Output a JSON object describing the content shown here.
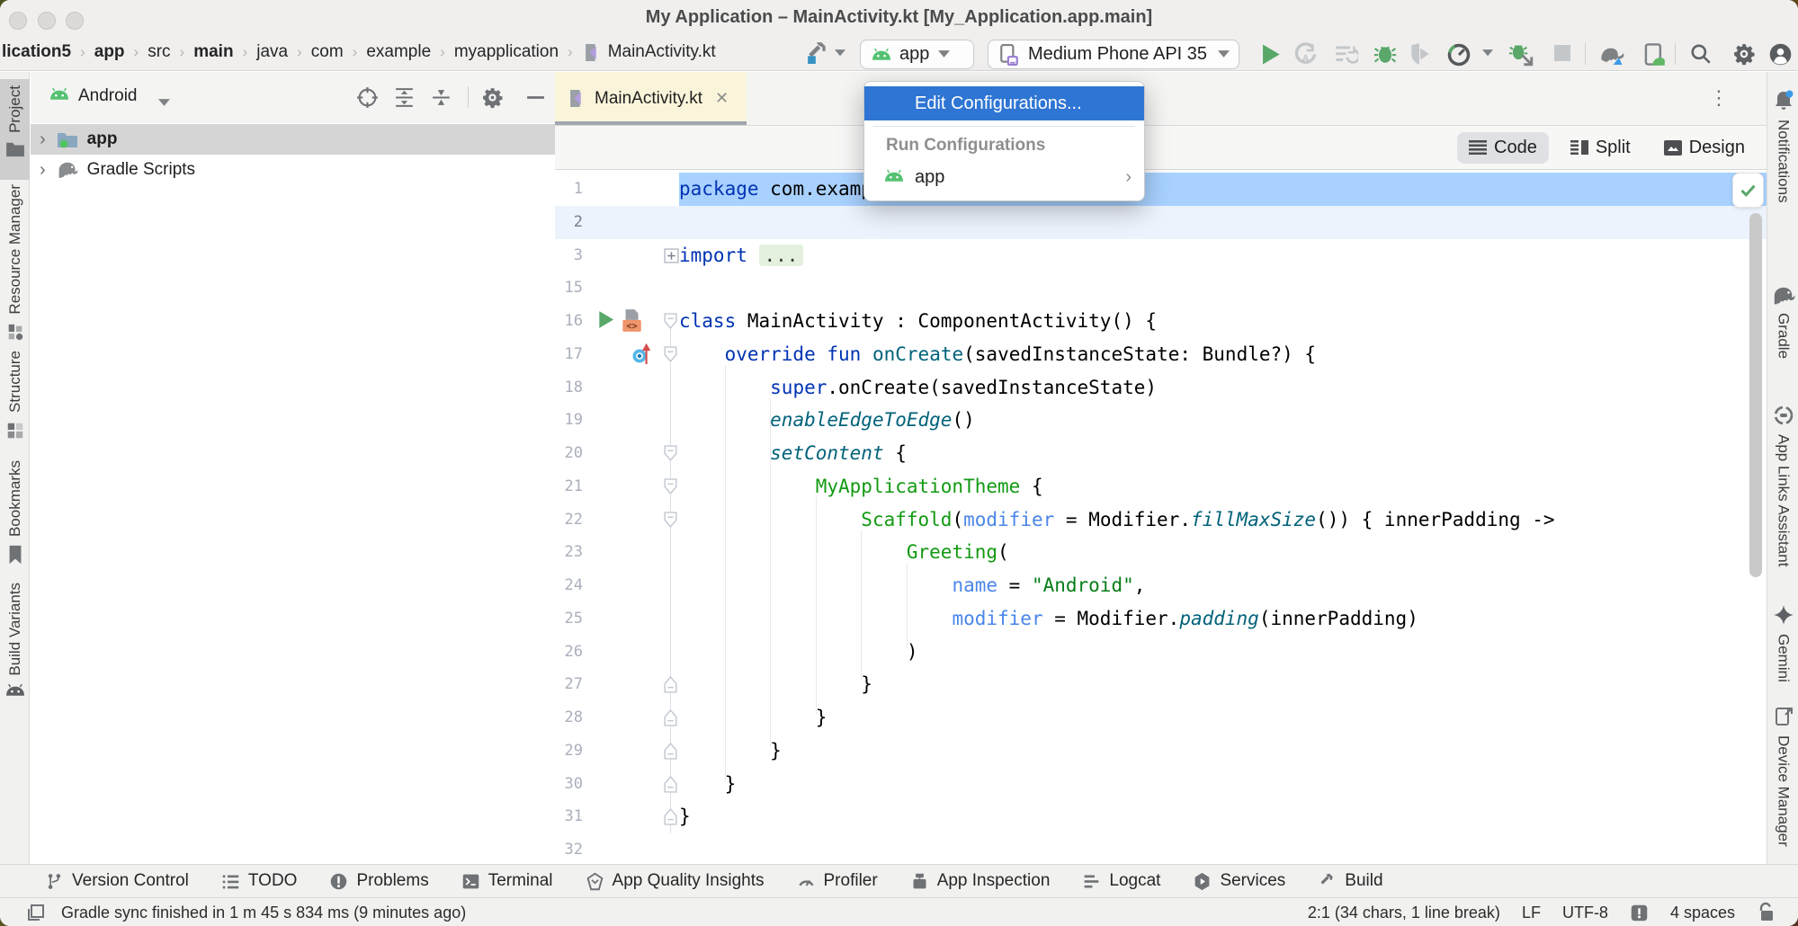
{
  "window": {
    "title": "My Application – MainActivity.kt [My_Application.app.main]"
  },
  "breadcrumbs": {
    "items": [
      {
        "label": "lication5",
        "bold": true
      },
      {
        "label": "app",
        "bold": true
      },
      {
        "label": "src",
        "bold": false
      },
      {
        "label": "main",
        "bold": true
      },
      {
        "label": "java",
        "bold": false
      },
      {
        "label": "com",
        "bold": false
      },
      {
        "label": "example",
        "bold": false
      },
      {
        "label": "myapplication",
        "bold": false
      },
      {
        "label": "MainActivity.kt",
        "bold": false,
        "icon": "kotlin-file"
      }
    ]
  },
  "toolbar": {
    "run_config": "app",
    "device": "Medium Phone API 35"
  },
  "menu": {
    "edit_configurations": "Edit Configurations...",
    "header": "Run Configurations",
    "app_item": "app"
  },
  "left_stripe": [
    "Project",
    "Resource Manager",
    "Structure",
    "Bookmarks",
    "Build Variants"
  ],
  "right_stripe": [
    "Notifications",
    "Gradle",
    "App Links Assistant",
    "Gemini",
    "Device Manager"
  ],
  "project_panel": {
    "view": "Android",
    "tree": [
      {
        "label": "app",
        "selected": true,
        "icon": "android-module-folder"
      },
      {
        "label": "Gradle Scripts",
        "selected": false,
        "icon": "gradle-elephant"
      }
    ]
  },
  "editor": {
    "tab": "MainActivity.kt",
    "views": [
      "Code",
      "Split",
      "Design"
    ],
    "lines": [
      {
        "n": 1,
        "sel": true,
        "toks": [
          [
            "k",
            "package"
          ],
          [
            "p",
            " com.example.myapplication"
          ]
        ]
      },
      {
        "n": 2,
        "caret": true,
        "toks": []
      },
      {
        "n": 3,
        "gut": "plus",
        "toks": [
          [
            "k",
            "import"
          ],
          [
            "p",
            " "
          ],
          [
            "e",
            "..."
          ]
        ]
      },
      {
        "n": 15,
        "toks": []
      },
      {
        "n": 16,
        "gut": "runclass",
        "fold": "down",
        "toks": [
          [
            "k",
            "class"
          ],
          [
            "p",
            " MainActivity : ComponentActivity() {"
          ]
        ]
      },
      {
        "n": 17,
        "gut": "override",
        "fold": "down",
        "toks": [
          [
            "p",
            "    "
          ],
          [
            "k",
            "override"
          ],
          [
            "p",
            " "
          ],
          [
            "k",
            "fun"
          ],
          [
            "p",
            " "
          ],
          [
            "f",
            "onCreate"
          ],
          [
            "p",
            "(savedInstanceState: Bundle?) {"
          ]
        ]
      },
      {
        "n": 18,
        "toks": [
          [
            "p",
            "        "
          ],
          [
            "k",
            "super"
          ],
          [
            "p",
            ".onCreate(savedInstanceState)"
          ]
        ]
      },
      {
        "n": 19,
        "toks": [
          [
            "p",
            "        "
          ],
          [
            "fi",
            "enableEdgeToEdge"
          ],
          [
            "p",
            "()"
          ]
        ]
      },
      {
        "n": 20,
        "fold": "down",
        "toks": [
          [
            "p",
            "        "
          ],
          [
            "fi",
            "setContent"
          ],
          [
            "p",
            " {"
          ]
        ]
      },
      {
        "n": 21,
        "fold": "down",
        "toks": [
          [
            "p",
            "            "
          ],
          [
            "g",
            "MyApplicationTheme"
          ],
          [
            "p",
            " {"
          ]
        ]
      },
      {
        "n": 22,
        "fold": "down",
        "toks": [
          [
            "p",
            "                "
          ],
          [
            "g",
            "Scaffold"
          ],
          [
            "p",
            "("
          ],
          [
            "a",
            "modifier"
          ],
          [
            "p",
            " = Modifier."
          ],
          [
            "fi",
            "fillMaxSize"
          ],
          [
            "p",
            "()) { innerPadding ->"
          ]
        ]
      },
      {
        "n": 23,
        "toks": [
          [
            "p",
            "                    "
          ],
          [
            "g",
            "Greeting"
          ],
          [
            "p",
            "("
          ]
        ]
      },
      {
        "n": 24,
        "toks": [
          [
            "p",
            "                        "
          ],
          [
            "a",
            "name"
          ],
          [
            "p",
            " = "
          ],
          [
            "s",
            "\"Android\""
          ],
          [
            "p",
            ","
          ]
        ]
      },
      {
        "n": 25,
        "toks": [
          [
            "p",
            "                        "
          ],
          [
            "a",
            "modifier"
          ],
          [
            "p",
            " = Modifier."
          ],
          [
            "fi",
            "padding"
          ],
          [
            "p",
            "(innerPadding)"
          ]
        ]
      },
      {
        "n": 26,
        "toks": [
          [
            "p",
            "                    )"
          ]
        ]
      },
      {
        "n": 27,
        "fold": "up",
        "toks": [
          [
            "p",
            "                }"
          ]
        ]
      },
      {
        "n": 28,
        "fold": "up",
        "toks": [
          [
            "p",
            "            }"
          ]
        ]
      },
      {
        "n": 29,
        "fold": "up",
        "toks": [
          [
            "p",
            "        }"
          ]
        ]
      },
      {
        "n": 30,
        "fold": "up",
        "toks": [
          [
            "p",
            "    }"
          ]
        ]
      },
      {
        "n": 31,
        "fold": "up",
        "toks": [
          [
            "p",
            "}"
          ]
        ]
      },
      {
        "n": 32,
        "toks": []
      }
    ]
  },
  "bottom_bar": [
    "Version Control",
    "TODO",
    "Problems",
    "Terminal",
    "App Quality Insights",
    "Profiler",
    "App Inspection",
    "Logcat",
    "Services",
    "Build"
  ],
  "status_bar": {
    "message": "Gradle sync finished in 1 m 45 s 834 ms (9 minutes ago)",
    "position": "2:1 (34 chars, 1 line break)",
    "line_ending": "LF",
    "encoding": "UTF-8",
    "indent": "4 spaces"
  }
}
